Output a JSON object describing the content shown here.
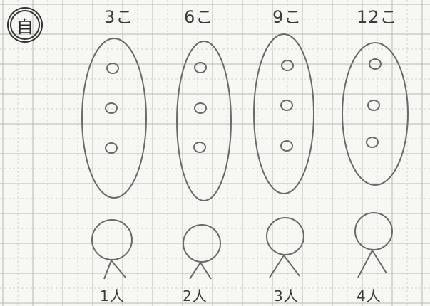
{
  "page": {
    "badge": "自"
  },
  "groups": [
    {
      "count_label": "3こ",
      "people_label": "1人",
      "dots": 3
    },
    {
      "count_label": "6こ",
      "people_label": "2人",
      "dots": 3
    },
    {
      "count_label": "9こ",
      "people_label": "3人",
      "dots": 3
    },
    {
      "count_label": "12こ",
      "people_label": "4人",
      "dots": 3
    }
  ]
}
